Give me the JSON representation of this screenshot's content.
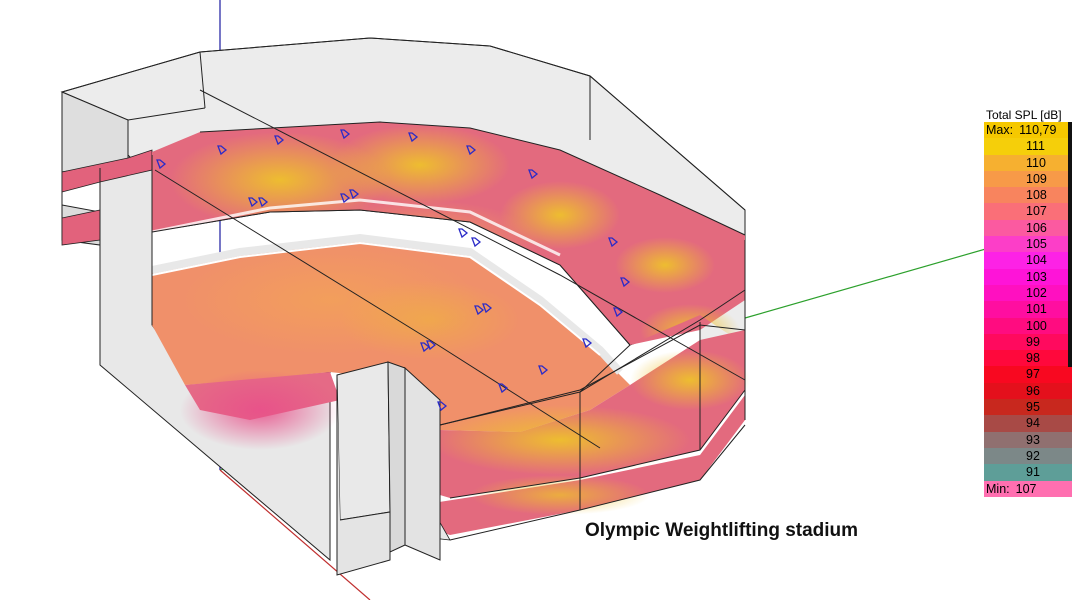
{
  "caption": "Olympic Weightlifting stadium",
  "legend": {
    "title": "Total SPL [dB]",
    "max_label": "Max:",
    "max_value": "110,79",
    "min_label": "Min:",
    "min_value": "107",
    "max_color": "#f5c800",
    "min_color": "#ff6fb0",
    "steps": [
      {
        "label": "111",
        "color": "#f5cf0a"
      },
      {
        "label": "110",
        "color": "#f6b030"
      },
      {
        "label": "109",
        "color": "#f79a48"
      },
      {
        "label": "108",
        "color": "#f8845e"
      },
      {
        "label": "107",
        "color": "#fa6f78"
      },
      {
        "label": "106",
        "color": "#fb5aa0"
      },
      {
        "label": "105",
        "color": "#fc3ec8"
      },
      {
        "label": "104",
        "color": "#fd22e6"
      },
      {
        "label": "103",
        "color": "#fe14d8"
      },
      {
        "label": "102",
        "color": "#ff10c0"
      },
      {
        "label": "101",
        "color": "#ff0ea0"
      },
      {
        "label": "100",
        "color": "#ff0c80"
      },
      {
        "label": "99",
        "color": "#ff0a5e"
      },
      {
        "label": "98",
        "color": "#ff083c"
      },
      {
        "label": "97",
        "color": "#f80820"
      },
      {
        "label": "96",
        "color": "#e4101c"
      },
      {
        "label": "95",
        "color": "#c8281e"
      },
      {
        "label": "94",
        "color": "#a84a46"
      },
      {
        "label": "93",
        "color": "#907070"
      },
      {
        "label": "92",
        "color": "#7c8888"
      },
      {
        "label": "91",
        "color": "#5e9e98"
      }
    ]
  }
}
